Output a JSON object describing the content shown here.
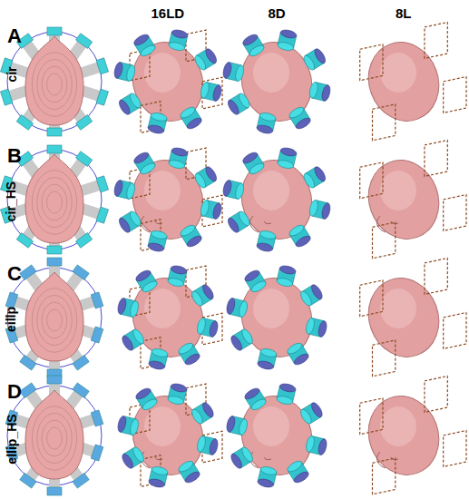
{
  "diagram": {
    "labels": [
      "16LD",
      "8D",
      "8L",
      "A",
      "cir",
      "B",
      "cir_HS",
      "C",
      "eillp",
      "D",
      "ellip_HS"
    ]
  }
}
